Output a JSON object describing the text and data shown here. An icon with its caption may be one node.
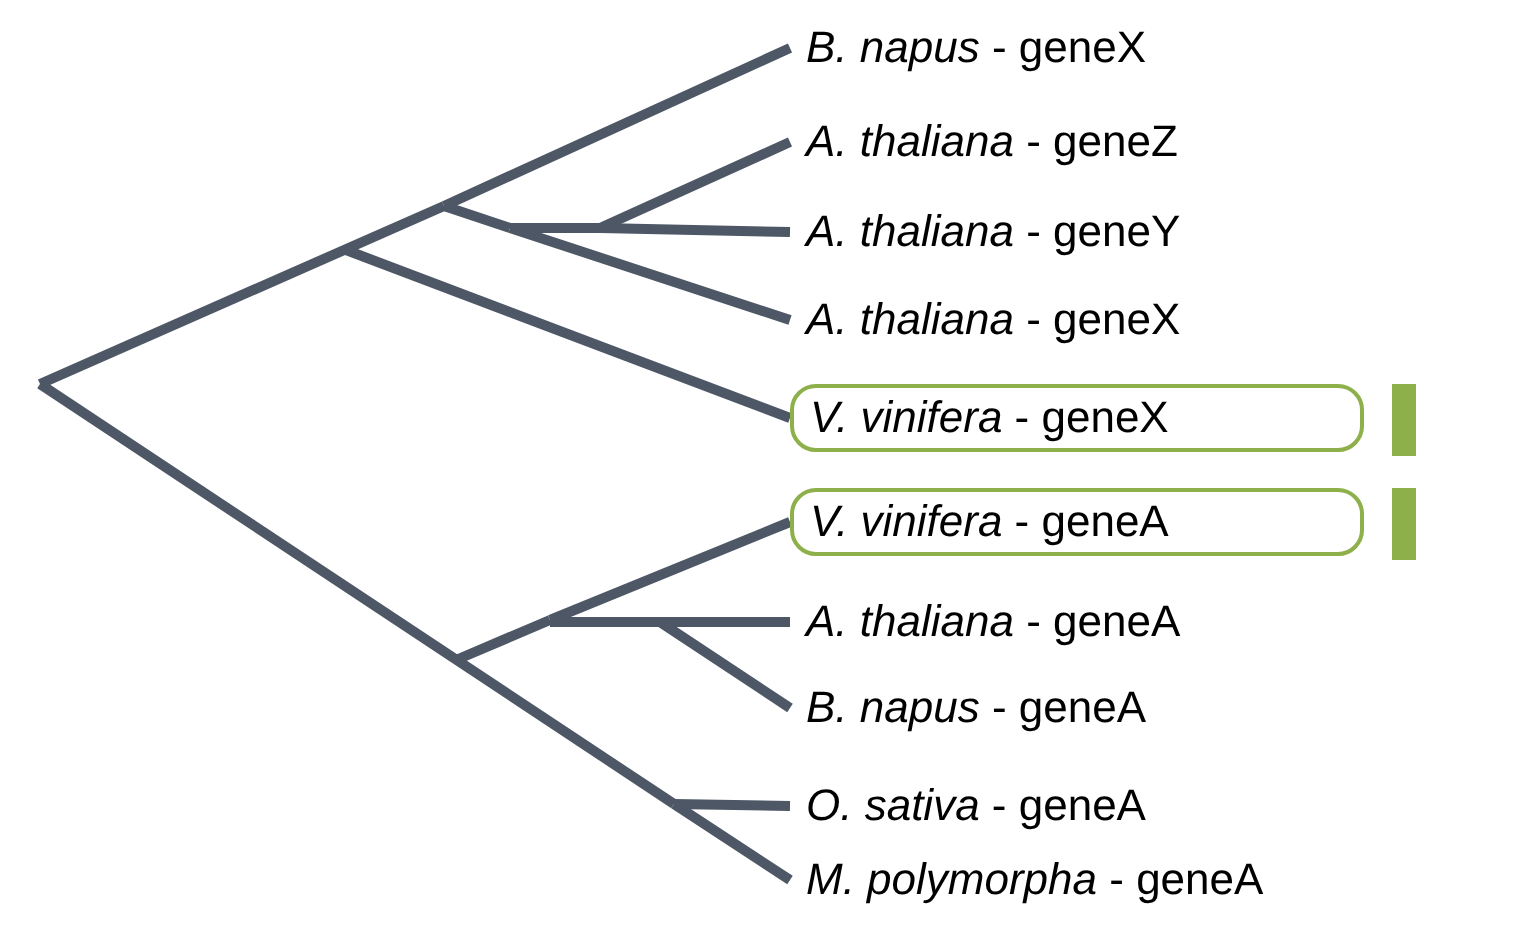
{
  "diagram": {
    "nodes": [
      {
        "text": [
          "*B. napus* - geneX"
        ]
      },
      {
        "text": [
          "*A. thaliana* - geneZ"
        ]
      },
      {
        "text": [
          "*A. thaliana* - geneY"
        ]
      },
      {
        "text": [
          "*A. thaliana* - geneX"
        ]
      },
      {
        "text": [],
        "shape": "box"
      },
      {
        "text": [
          "*V. vinifera* - geneX"
        ],
        "in": 4
      },
      {
        "text": [],
        "shape": "box"
      },
      {
        "text": [
          "*V. vinifera* - geneA"
        ],
        "in": 6
      },
      {
        "text": [
          "*A. thaliana* - geneA"
        ]
      },
      {
        "text": [
          "*B. napus* - geneA"
        ]
      },
      {
        "text": [
          "*O. sativa* - geneA"
        ]
      },
      {
        "text": [
          "*M. polymorpha* - geneA"
        ]
      }
    ],
    "edges": [
      {
        "from": null,
        "to": 0,
        "arrow": "none"
      },
      {
        "from": null,
        "to": 1,
        "arrow": "none"
      },
      {
        "from": null,
        "to": 2,
        "arrow": "none"
      },
      {
        "from": null,
        "to": 3,
        "arrow": "none"
      },
      {
        "from": null,
        "to": 4,
        "arrow": "none"
      },
      {
        "from": null,
        "to": 6,
        "arrow": "none"
      },
      {
        "from": null,
        "to": 8,
        "arrow": "none"
      },
      {
        "from": null,
        "to": 9,
        "arrow": "none"
      },
      {
        "from": null,
        "to": 10,
        "arrow": "none"
      },
      {
        "from": null,
        "to": 11,
        "arrow": "none"
      }
    ]
  }
}
